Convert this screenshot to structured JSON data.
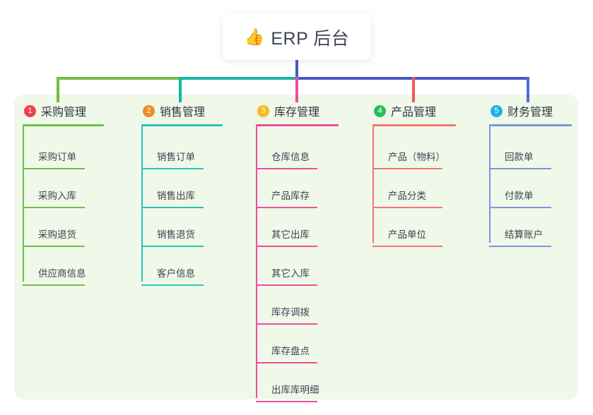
{
  "diagram": {
    "type": "mind-map-tree",
    "root": {
      "icon": "thumbs-up-icon",
      "icon_glyph": "👍",
      "label": "ERP 后台"
    },
    "panel_color": "#eff8e9",
    "connector_colors": {
      "root_stem": "#4a56c4",
      "bus_left": "#6fbf43",
      "bus_middle": "#14b5a4",
      "bus_right": "#4a56c4"
    },
    "columns": [
      {
        "number": "1",
        "title": "采购管理",
        "badge_color": "#f0404f",
        "line_color": "#6fbf43",
        "items": [
          "采购订单",
          "采购入库",
          "采购退货",
          "供应商信息"
        ]
      },
      {
        "number": "2",
        "title": "销售管理",
        "badge_color": "#f08a24",
        "line_color": "#2cc3b4",
        "items": [
          "销售订单",
          "销售出库",
          "销售退货",
          "客户信息"
        ]
      },
      {
        "number": "3",
        "title": "库存管理",
        "badge_color": "#f5bc1c",
        "line_color": "#ef4e9b",
        "items": [
          "仓库信息",
          "产品库存",
          "其它出库",
          "其它入库",
          "库存调拨",
          "库存盘点",
          "出库库明细"
        ]
      },
      {
        "number": "4",
        "title": "产品管理",
        "badge_color": "#2bbd5c",
        "line_color": "#f4756f",
        "items": [
          "产品（物料）",
          "产品分类",
          "产品单位"
        ]
      },
      {
        "number": "5",
        "title": "财务管理",
        "badge_color": "#1ab3e8",
        "line_color": "#7f94dd",
        "items": [
          "回款单",
          "付款单",
          "结算账户"
        ]
      }
    ]
  }
}
